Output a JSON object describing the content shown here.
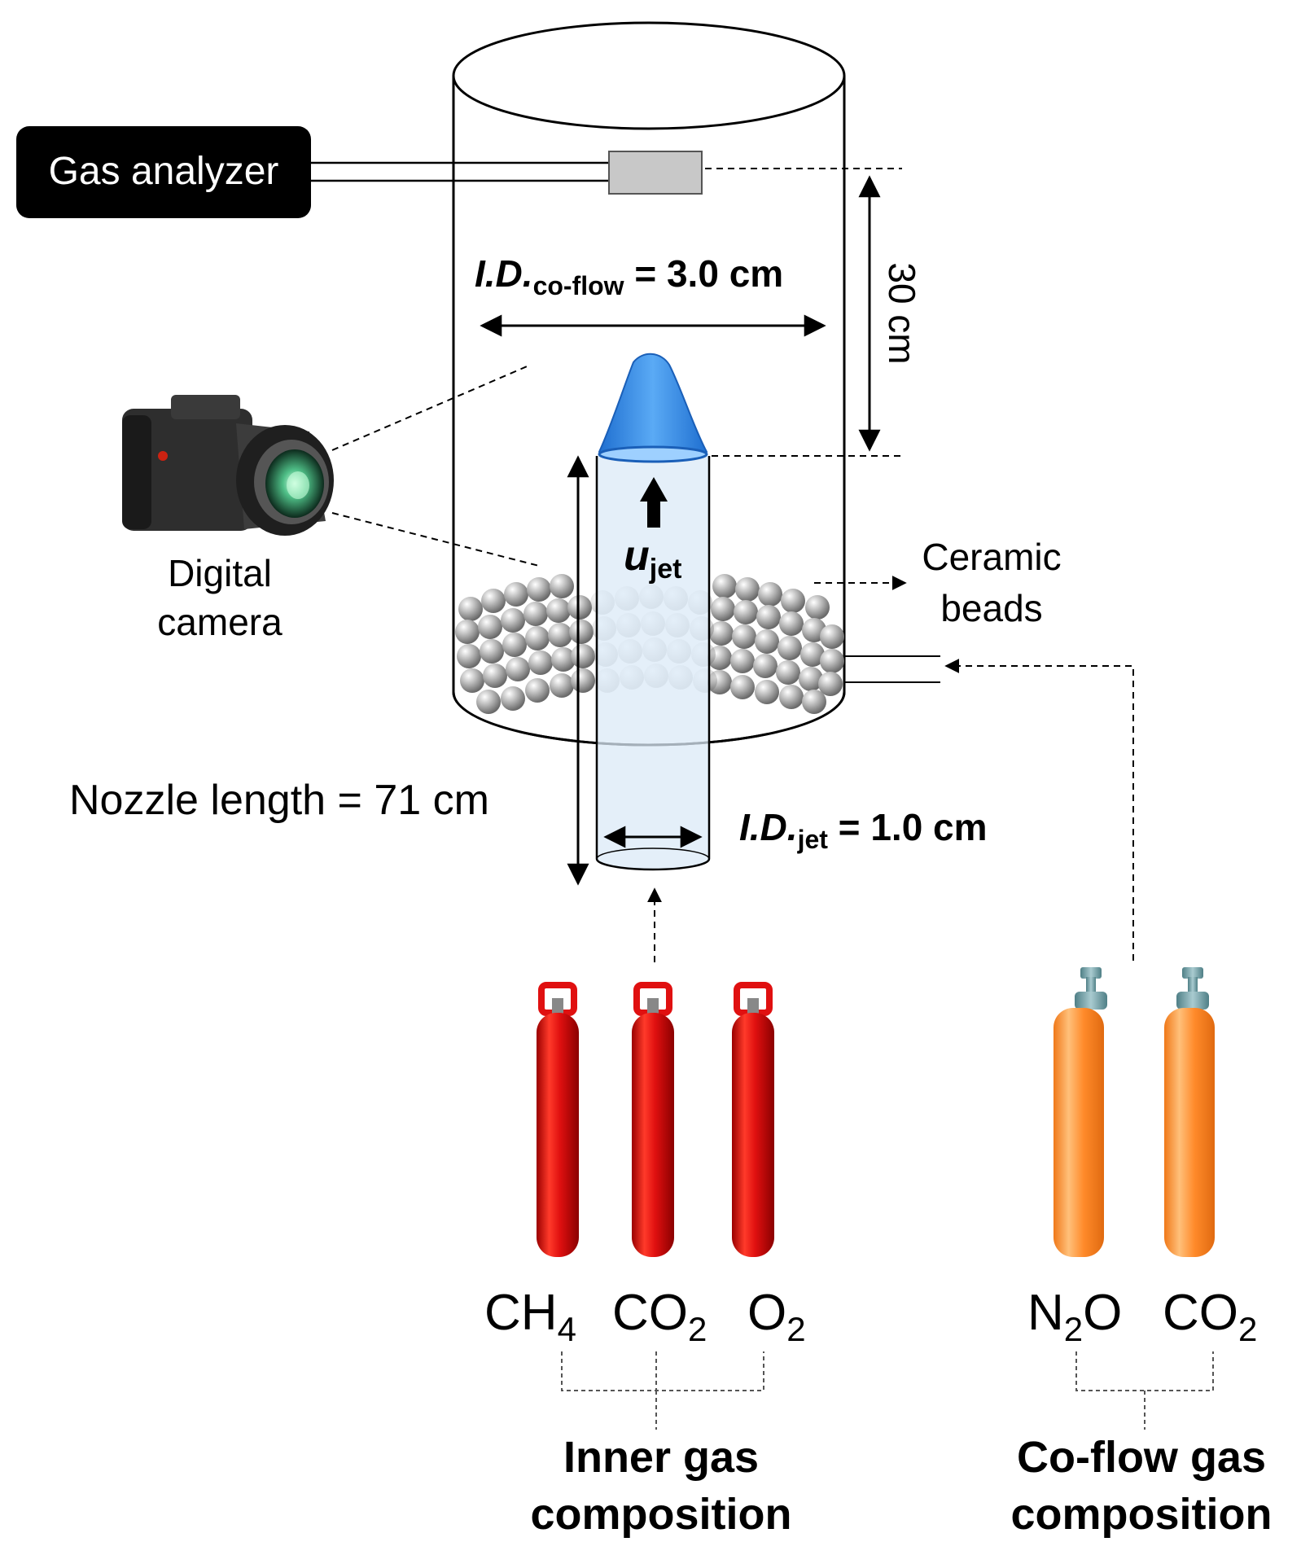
{
  "analyzer": {
    "label": "Gas analyzer"
  },
  "camera": {
    "line1": "Digital",
    "line2": "camera"
  },
  "beads": {
    "line1": "Ceramic",
    "line2": "beads"
  },
  "coflow_id": {
    "main": "I.D.",
    "sub": "co-flow",
    "value": " = 3.0 cm"
  },
  "height_label": "30 cm",
  "jet_velocity": {
    "main": "u",
    "sub": "jet"
  },
  "nozzle_length": "Nozzle length = 71 cm",
  "jet_id": {
    "main": "I.D.",
    "sub": "jet",
    "value": " = 1.0 cm"
  },
  "inner_gases": [
    {
      "base": "CH",
      "sub": "4"
    },
    {
      "base": "CO",
      "sub": "2"
    },
    {
      "base": "O",
      "sub": "2"
    }
  ],
  "coflow_gases": [
    {
      "base": "N",
      "sub": "2",
      "tail": "O"
    },
    {
      "base": "CO",
      "sub": "2",
      "tail": ""
    }
  ],
  "inner_group": {
    "line1": "Inner gas",
    "line2": "composition"
  },
  "coflow_group": {
    "line1": "Co-flow gas",
    "line2": "composition"
  },
  "colors": {
    "red_cylinder": "#e01010",
    "orange_cylinder": "#ff8a2a",
    "flame": "#3b8fe6",
    "nozzle": "#dbeaf7"
  }
}
